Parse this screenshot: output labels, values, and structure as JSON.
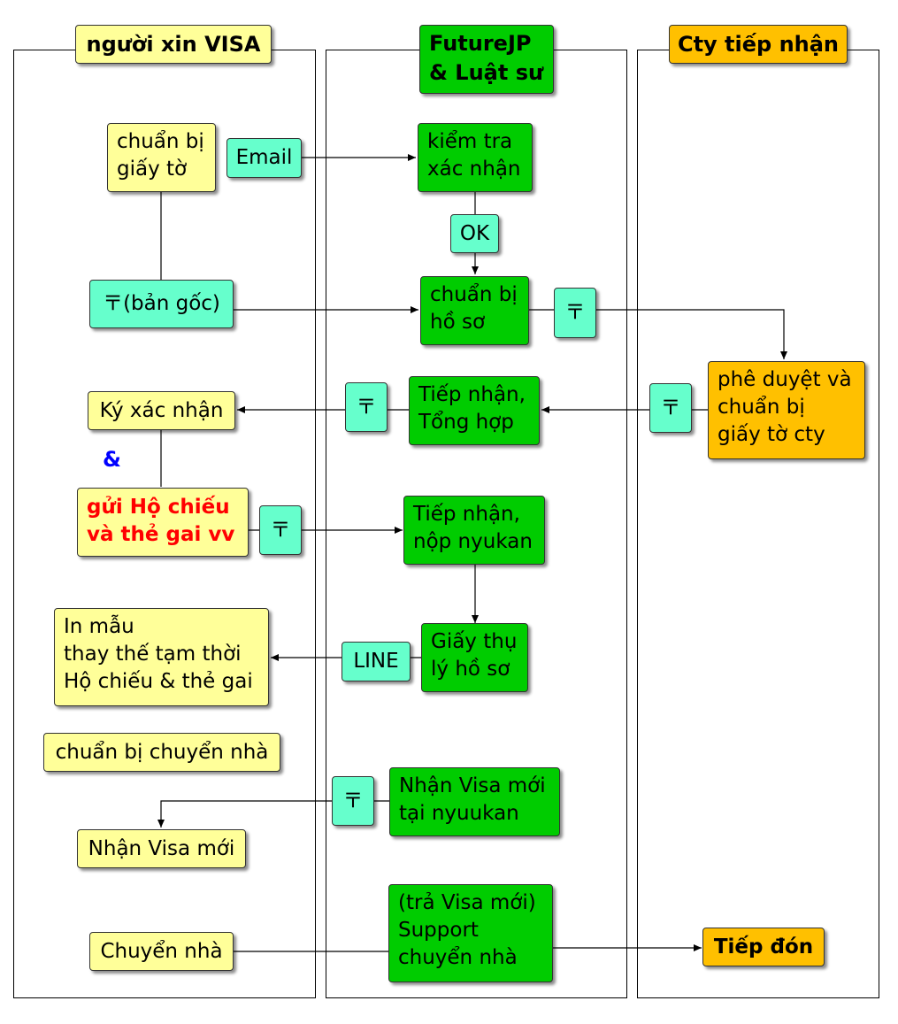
{
  "lanes": {
    "applicant": {
      "header": "người xin VISA"
    },
    "agency": {
      "header_line1": "FutureJP",
      "header_line2": "& Luật sư"
    },
    "company": {
      "header": "Cty tiếp nhận"
    }
  },
  "applicant_steps": {
    "prepare_docs": [
      "chuẩn bị",
      "giấy tờ"
    ],
    "sign_confirm": "Ký xác nhận",
    "ampersand": "&",
    "send_passport": [
      "gửi Hộ chiếu",
      "và thẻ gai vv"
    ],
    "print_copy": [
      "In mẫu",
      "thay thế tạm thời",
      "Hộ chiếu & thẻ gai"
    ],
    "prepare_moving": "chuẩn bị chuyển nhà",
    "receive_visa": "Nhận Visa mới",
    "moving": "Chuyển nhà"
  },
  "agency_steps": {
    "check_confirm": [
      "kiểm tra",
      "xác nhận"
    ],
    "prepare_file": [
      "chuẩn bị",
      "hồ sơ"
    ],
    "receive_compile": [
      "Tiếp nhận,",
      "Tổng hợp"
    ],
    "receive_submit": [
      "Tiếp nhận,",
      "nộp nyukan"
    ],
    "receipt": [
      "Giấy thụ",
      "lý hồ sơ"
    ],
    "receive_visa_nyuukan": [
      "Nhận Visa mới",
      "tại nyuukan"
    ],
    "support_moving": [
      "(trả Visa mới)",
      "Support",
      "chuyển nhà"
    ]
  },
  "company_steps": {
    "approve_prepare": [
      "phê duyệt và",
      "chuẩn bị",
      "giấy tờ cty"
    ],
    "reception": "Tiếp đón"
  },
  "channels": {
    "email": "Email",
    "ok": "OK",
    "original_post": "〒(bản gốc)",
    "post_symbol": "〒",
    "line": "LINE"
  },
  "colors": {
    "applicant_box": "#ffff99",
    "agency_box": "#00cc00",
    "company_box": "#ffc000",
    "channel_box": "#66ffcc",
    "emphasis_text": "#ff0000",
    "ampersand": "#0000ff"
  }
}
